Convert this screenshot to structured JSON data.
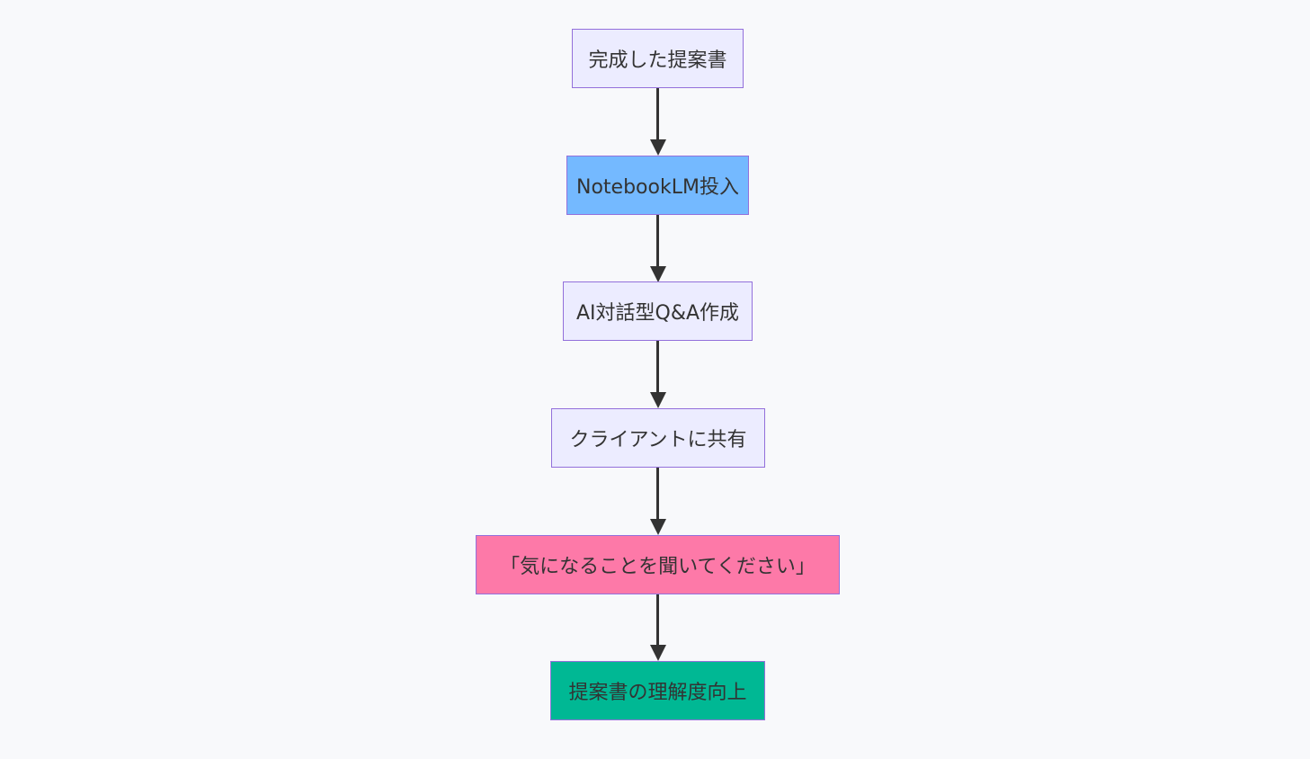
{
  "diagram": {
    "type": "flowchart",
    "direction": "top-to-bottom",
    "nodes": [
      {
        "id": "n1",
        "label": "完成した提案書",
        "fill": "#ececff"
      },
      {
        "id": "n2",
        "label": "NotebookLM投入",
        "fill": "#74b9ff"
      },
      {
        "id": "n3",
        "label": "AI対話型Q&A作成",
        "fill": "#ececff"
      },
      {
        "id": "n4",
        "label": "クライアントに共有",
        "fill": "#ececff"
      },
      {
        "id": "n5",
        "label": "「気になることを聞いてください」",
        "fill": "#fd79a8"
      },
      {
        "id": "n6",
        "label": "提案書の理解度向上",
        "fill": "#00b894"
      }
    ],
    "edges": [
      {
        "from": "n1",
        "to": "n2"
      },
      {
        "from": "n2",
        "to": "n3"
      },
      {
        "from": "n3",
        "to": "n4"
      },
      {
        "from": "n4",
        "to": "n5"
      },
      {
        "from": "n5",
        "to": "n6"
      }
    ],
    "colors": {
      "node_border": "#9370db",
      "edge": "#333333",
      "text": "#333333",
      "background": "#f8f9fb"
    }
  }
}
